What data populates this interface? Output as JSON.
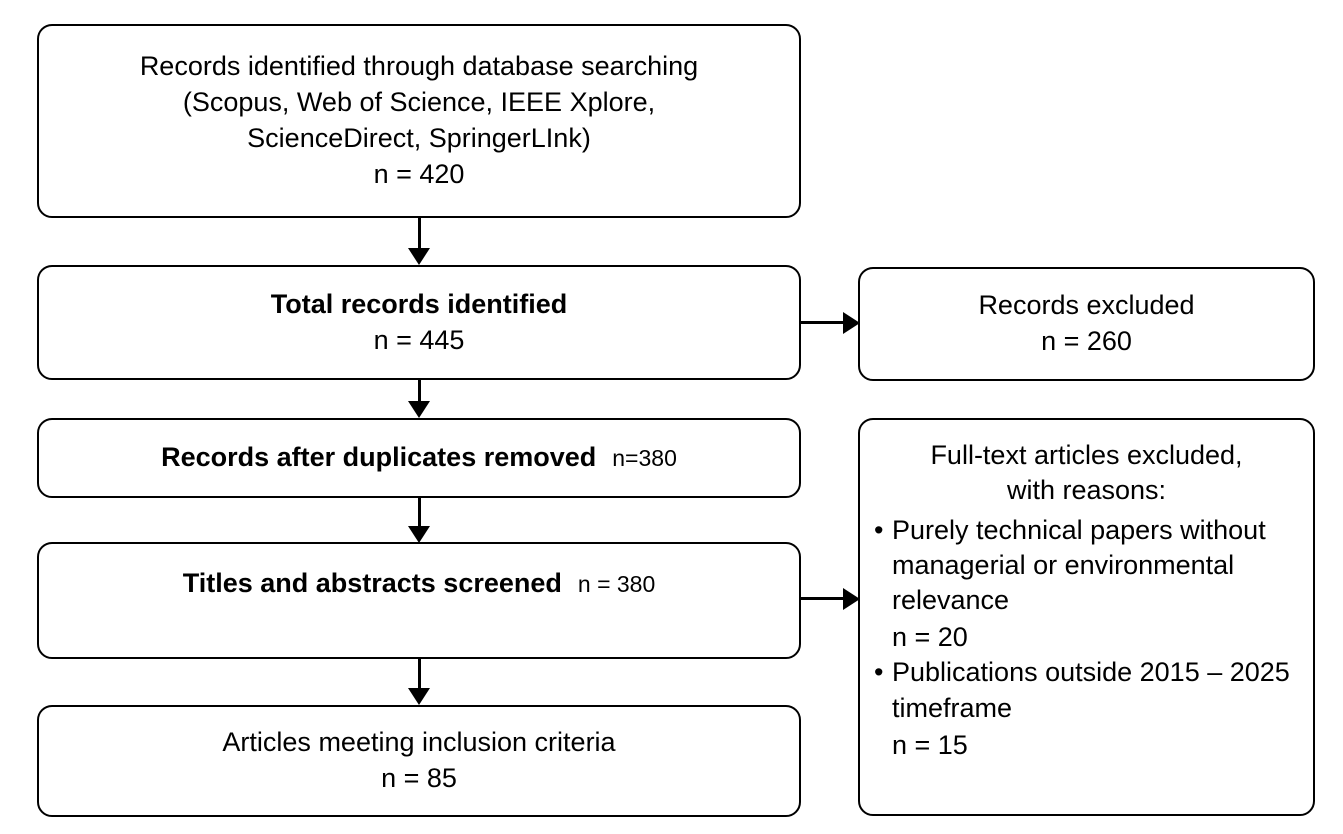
{
  "diagram": {
    "title": "PRISMA study selection flow diagram",
    "stroke_color": "#000000",
    "background_color": "#ffffff"
  },
  "boxes": {
    "identified": {
      "line1": "Records identified through database searching",
      "line2": "(Scopus, Web of Science, IEEE Xplore,",
      "line3": "ScienceDirect, SpringerLInk)",
      "line4": "n = 420"
    },
    "total_records": {
      "label": "Total records identified",
      "count": "n = 445"
    },
    "duplicates_removed": {
      "label": "Records after duplicates removed",
      "count": "n=380"
    },
    "screened": {
      "label": "Titles and abstracts screened",
      "count": "n = 380"
    },
    "included": {
      "label": "Articles meeting inclusion criteria",
      "count": "n = 85"
    },
    "records_excluded": {
      "label": "Records excluded",
      "count": "n = 260"
    },
    "fulltext_excluded": {
      "head_line1": "Full-text articles excluded,",
      "head_line2": "with reasons:",
      "bullet_glyph": "•",
      "reasons": [
        {
          "text": "Purely technical papers without managerial or environmental relevance",
          "count": "n = 20"
        },
        {
          "text": "Publications outside 2015 – 2025 timeframe",
          "count": "n = 15"
        }
      ]
    }
  },
  "connectors": [
    {
      "name": "identified-to-total",
      "direction": "down"
    },
    {
      "name": "total-to-duplicates",
      "direction": "down"
    },
    {
      "name": "duplicates-to-screened",
      "direction": "down"
    },
    {
      "name": "screened-to-included",
      "direction": "down"
    },
    {
      "name": "total-to-records-excluded",
      "direction": "right"
    },
    {
      "name": "screened-to-fulltext-excluded",
      "direction": "right"
    }
  ]
}
